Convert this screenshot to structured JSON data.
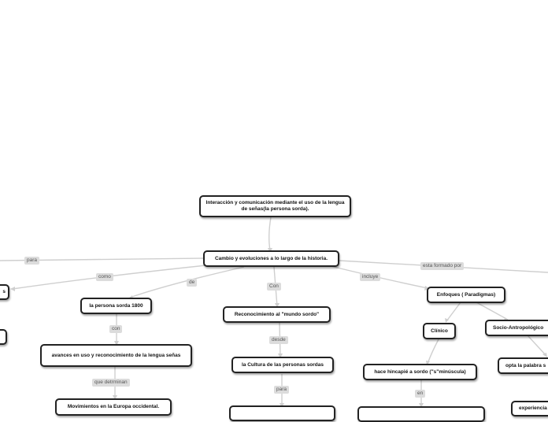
{
  "nodes": {
    "root": "Interacción y comunicación  mediante  el  uso de la lengua de señas(la persona sorda).",
    "cambio": "Cambio y evoluciones a lo largo de la historia.",
    "persona_sorda": "la persona sorda 1800",
    "avances": "avances en uso y reconocimiento de la lengua señas",
    "movimientos": "Movimientos en la Europa occidental.",
    "reconocimiento": "Reconocimiento al \"mundo sordo\"",
    "cultura": "la Cultura de las personas sordas",
    "enfoques": "Enfoques ( Paradigmas)",
    "clinico": "Clínico",
    "socio": "Socio-Antropológico",
    "hincapie": "hace hincapié a sordo (\"s\"minúscula)",
    "opta": "opta la palabra s",
    "experiencia": "experiencia",
    "left_s": "s"
  },
  "labels": {
    "para1": "para",
    "como": "como",
    "de": "de",
    "con_mayus": "Con",
    "incluye": "incluye",
    "esta_formado_por": "esta formado por",
    "con": "con",
    "desde": "desde",
    "que_detrminan": "que detrminan",
    "para2": "para",
    "en": "en"
  }
}
